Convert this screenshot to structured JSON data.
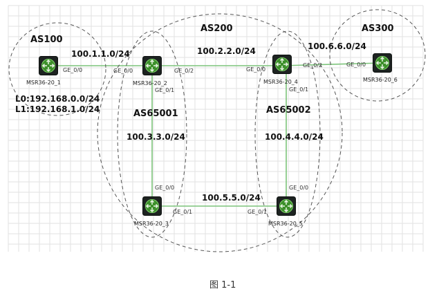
{
  "as_labels": {
    "as100": "AS100",
    "as200": "AS200",
    "as300": "AS300",
    "as65001": "AS65001",
    "as65002": "AS65002"
  },
  "networks": {
    "n1": "100.1.1.0/24",
    "n2": "100.2.2.0/24",
    "n3": "100.3.3.0/24",
    "n4": "100.4.4.0/24",
    "n5": "100.5.5.0/24",
    "n6": "100.6.6.0/24"
  },
  "loopbacks": {
    "l0": "L0:192.168.0.0/24",
    "l1": "L1:192.168.1.0/24"
  },
  "devices": {
    "r1": "MSR36-20_1",
    "r2": "MSR36-20_2",
    "r3": "MSR36-20_3",
    "r4": "MSR36-20_4",
    "r5": "MSR36-20_5",
    "r6": "MSR36-20_6"
  },
  "ports": {
    "r1_ge00": "GE_0/0",
    "r2_ge00": "GE_0/0",
    "r2_ge02": "GE_0/2",
    "r2_ge01": "GE_0/1",
    "r4_ge00": "GE_0/0",
    "r4_ge02": "GE_0/2",
    "r4_ge01": "GE_0/1",
    "r6_ge00": "GE_0/0",
    "r3_ge00": "GE_0/0",
    "r3_ge01": "GE_0/1",
    "r5_ge01": "GE_0/1",
    "r5_ge00": "GE_0/0"
  },
  "caption": "图 1-1",
  "colors": {
    "link": "#7cc47a",
    "router_body": "#1d2321",
    "router_disc": "#3c8f2a"
  },
  "icons": {
    "router": "router-icon"
  }
}
